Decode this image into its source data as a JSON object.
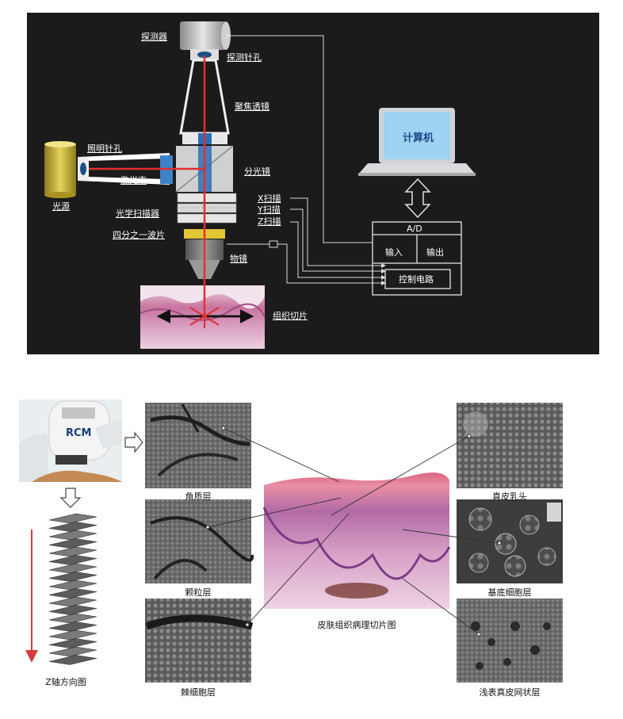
{
  "confocal_diagram": {
    "detector": "探测器",
    "detector_pinhole": "探测针孔",
    "focusing_lens": "聚焦透镜",
    "illumination_pinhole": "照明针孔",
    "laser_beam": "激光束",
    "light_source": "光源",
    "beam_splitter": "分光镜",
    "x_scan": "X扫描",
    "y_scan": "Y扫描",
    "z_scan": "Z扫描",
    "optical_scanner": "光学扫描器",
    "quarter_wave_plate": "四分之一波片",
    "objective_lens": "物镜",
    "tissue_section": "组织切片",
    "computer": "计算机",
    "ad": "A/D",
    "input": "输入",
    "output": "输出",
    "control_circuit": "控制电路"
  },
  "rcm_figure": {
    "device_label": "RCM",
    "z_axis": "Z轴方向图",
    "histology": "皮肤组织病理切片图",
    "layers": {
      "stratum_corneum": "角质层",
      "stratum_granulosum": "颗粒层",
      "stratum_spinosum": "棘细胞层",
      "dermal_papilla": "真皮乳头",
      "basal_layer": "基底细胞层",
      "superficial_reticular_dermis": "浅表真皮网状层"
    }
  }
}
